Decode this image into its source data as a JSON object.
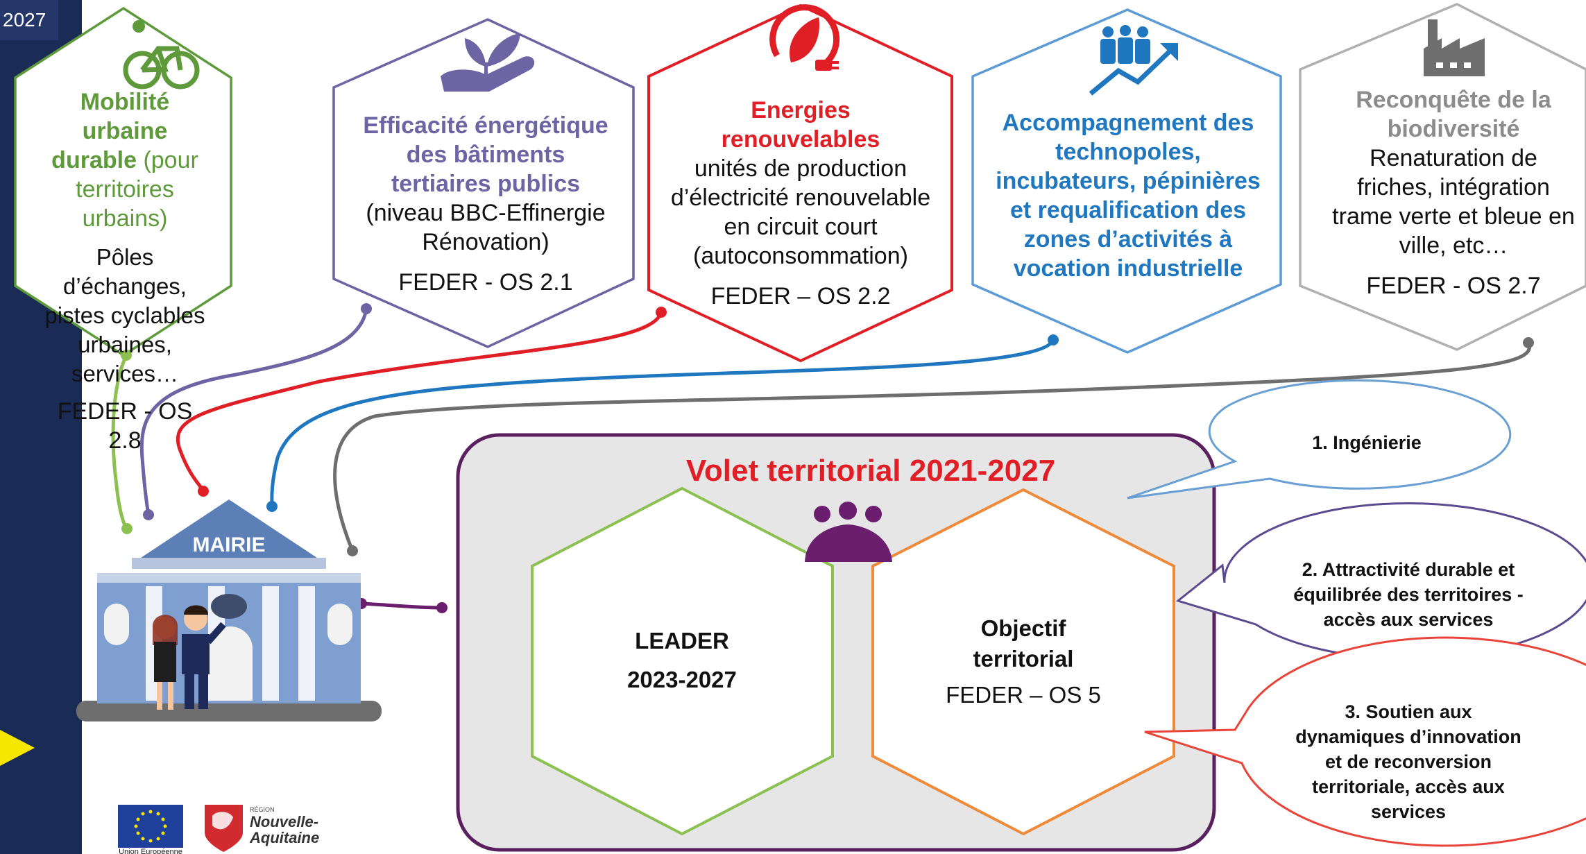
{
  "header": {
    "year_fragment": "2027"
  },
  "hexagons": [
    {
      "id": "mobilite",
      "icon": "bicycle-icon",
      "color": "#5e9a3a",
      "title": "Mobilité urbaine durable",
      "title_suffix": "(pour territoires urbains)",
      "body": "Pôles d’échanges, pistes cyclables urbaines, services…",
      "code": "FEDER - OS 2.8"
    },
    {
      "id": "efficacite",
      "icon": "hand-plant-icon",
      "color": "#6c64a3",
      "title": "Efficacité énergétique des bâtiments tertiaires publics",
      "body": "(niveau BBC-Effinergie Rénovation)",
      "code": "FEDER - OS 2.1"
    },
    {
      "id": "energies",
      "icon": "leaf-plug-icon",
      "color": "#e01e25",
      "title": "Energies renouvelables",
      "body": "unités de production d’électricité renouvelable en circuit court (autoconsommation)",
      "code": "FEDER – OS 2.2"
    },
    {
      "id": "technopoles",
      "icon": "people-growth-icon",
      "color": "#1f77bf",
      "title": "Accompagnement des technopoles, incubateurs, pépinières et requalification des zones d’activités à vocation industrielle"
    },
    {
      "id": "biodiversite",
      "icon": "factory-icon",
      "color": "#8c8c8c",
      "title": "Reconquête de la biodiversité",
      "body": "Renaturation de friches, intégration trame verte et bleue en ville, etc…",
      "code": "FEDER - OS 2.7"
    }
  ],
  "mairie": {
    "label": "MAIRIE"
  },
  "volet": {
    "title": "Volet territorial 2021-2027",
    "title_color": "#e01e25",
    "leader": {
      "line1": "LEADER",
      "line2": "2023-2027",
      "color": "#8cc152"
    },
    "objectif": {
      "line1": "Objectif",
      "line2": "territorial",
      "line3": "FEDER – OS 5",
      "color": "#ed8b3a"
    }
  },
  "bubbles": [
    {
      "text": "1. Ingénierie",
      "color": "#6a9fd4"
    },
    {
      "text": "2. Attractivité durable et équilibrée des territoires - accès aux services",
      "color": "#5b4a8f"
    },
    {
      "text": "3. Soutien aux dynamiques d’innovation et de reconversion territoriale, accès aux services",
      "color": "#e8443a"
    }
  ],
  "logos": {
    "eu_caption": "Union Européenne",
    "region_top": "RÉGION",
    "region_name_1": "Nouvelle-",
    "region_name_2": "Aquitaine"
  }
}
